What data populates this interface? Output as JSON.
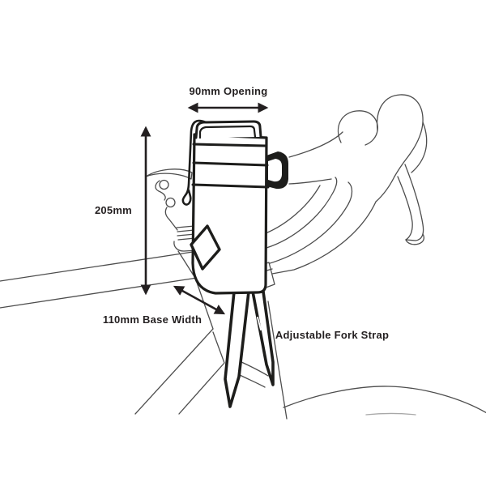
{
  "diagram": {
    "annotations": {
      "opening": "90mm Opening",
      "height": "205mm",
      "base_width": "110mm Base Width",
      "fork_strap": "Adjustable Fork Strap"
    }
  },
  "colors": {
    "ink": "#231f20",
    "thick_line": "#1d1d1b",
    "thin_line": "#4d4d4d",
    "faint_line": "#a8a8a8",
    "background": "#ffffff"
  }
}
